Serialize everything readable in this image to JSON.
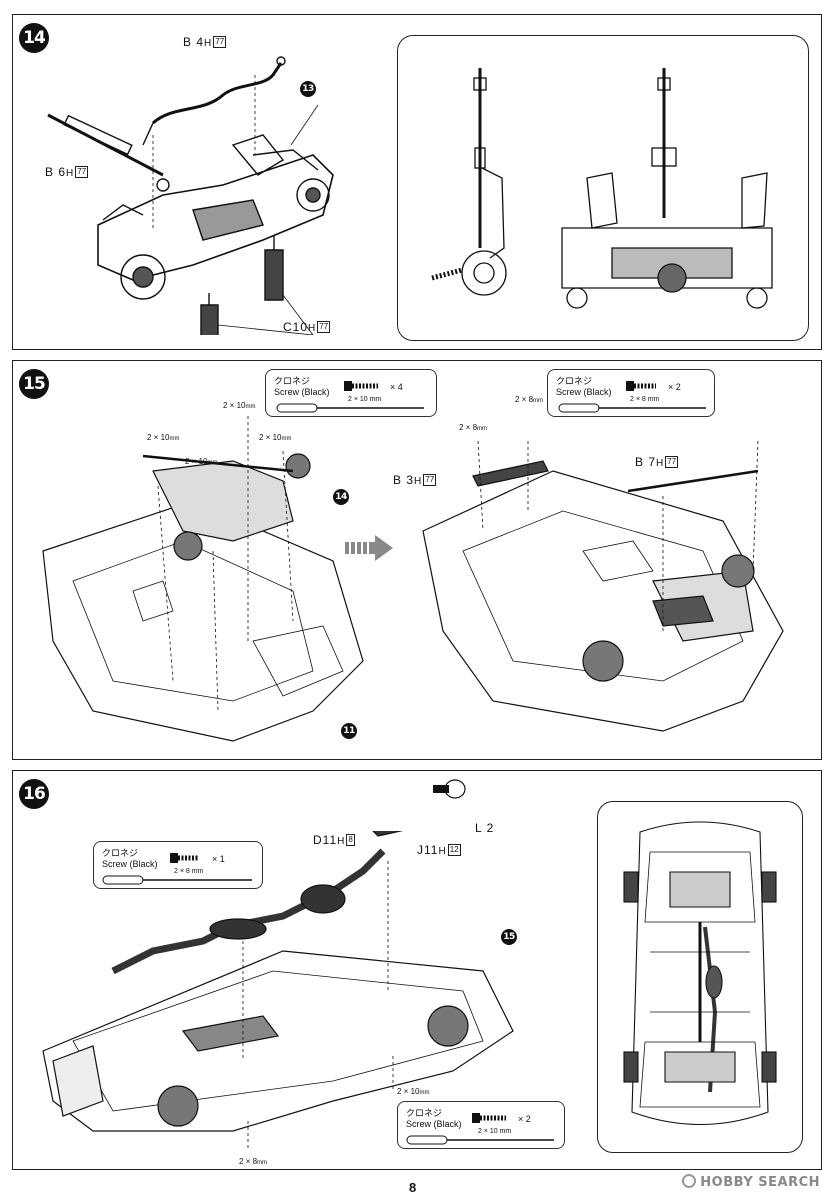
{
  "page": {
    "number": "8",
    "watermark": "HOBBY SEARCH"
  },
  "steps": [
    {
      "number": "14",
      "parts": [
        {
          "code": "B 4",
          "h": "H",
          "runner": "77"
        },
        {
          "code": "B 6",
          "h": "H",
          "runner": "77"
        },
        {
          "code": "C10",
          "h": "H",
          "runner": "77"
        }
      ],
      "callout": "13"
    },
    {
      "number": "15",
      "callout_sub": "14",
      "callout_body": "11",
      "screw_box_left": {
        "jp": "クロネジ",
        "en": "Screw (Black)",
        "qty": "× 4",
        "size": "2 × 10 mm"
      },
      "screw_box_right": {
        "jp": "クロネジ",
        "en": "Screw (Black)",
        "qty": "× 2",
        "size": "2 × 8 mm"
      },
      "size_notes": [
        "2 × 10",
        "2 × 10",
        "2 × 10",
        "2 × 10",
        "2 × 8",
        "2 × 8"
      ],
      "mm": "mm",
      "parts": [
        {
          "code": "B 3",
          "h": "H",
          "runner": "77"
        },
        {
          "code": "B 7",
          "h": "H",
          "runner": "77"
        }
      ]
    },
    {
      "number": "16",
      "callout": "15",
      "screw_box_top": {
        "jp": "クロネジ",
        "en": "Screw (Black)",
        "qty": "× 1",
        "size": "2 × 8 mm"
      },
      "screw_box_bottom": {
        "jp": "クロネジ",
        "en": "Screw (Black)",
        "qty": "× 2",
        "size": "2 × 10 mm"
      },
      "size_notes": [
        "2 × 10",
        "2 × 8"
      ],
      "mm": "mm",
      "parts": [
        {
          "code": "D11",
          "h": "H",
          "runner": "8"
        },
        {
          "code": "J11",
          "h": "H",
          "runner": "12"
        },
        {
          "code": "L 2",
          "h": "",
          "runner": ""
        }
      ]
    }
  ]
}
